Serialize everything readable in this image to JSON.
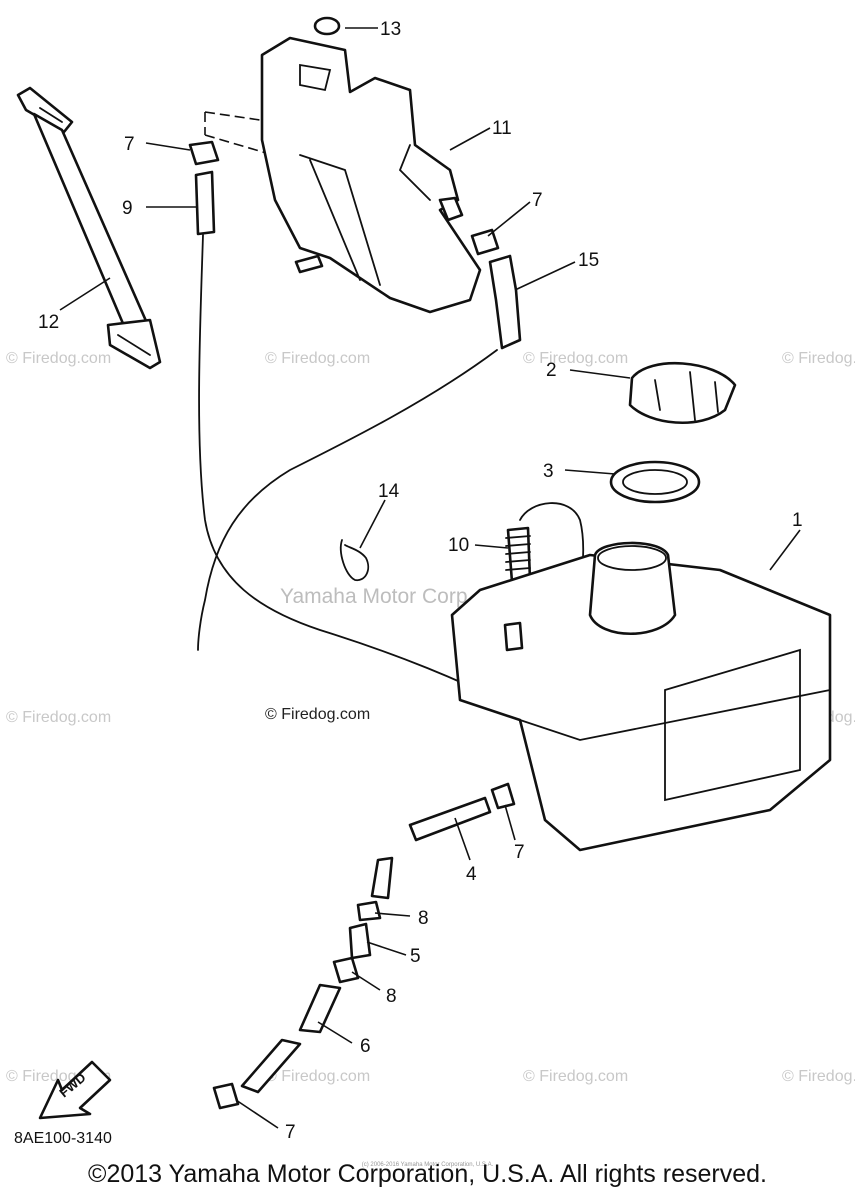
{
  "watermark": {
    "text": "© Firedog.com",
    "center_text": "© Firedog.com",
    "manufacturer_text": "Yamaha Motor Corp, U.S.A."
  },
  "callouts": {
    "p1": "1",
    "p2": "2",
    "p3": "3",
    "p4": "4",
    "p5": "5",
    "p6": "6",
    "p7a": "7",
    "p7b": "7",
    "p7c": "7",
    "p7d": "7",
    "p8a": "8",
    "p8b": "8",
    "p9": "9",
    "p10": "10",
    "p11": "11",
    "p12": "12",
    "p13": "13",
    "p14": "14",
    "p15": "15"
  },
  "fwd_label": "FWD",
  "diagram_code": "8AE100-3140",
  "fine_print": "(c) 2006-2016 Yamaha Motor Corporation, U.S.A.",
  "copyright": "©2013 Yamaha Motor Corporation, U.S.A. All rights reserved."
}
